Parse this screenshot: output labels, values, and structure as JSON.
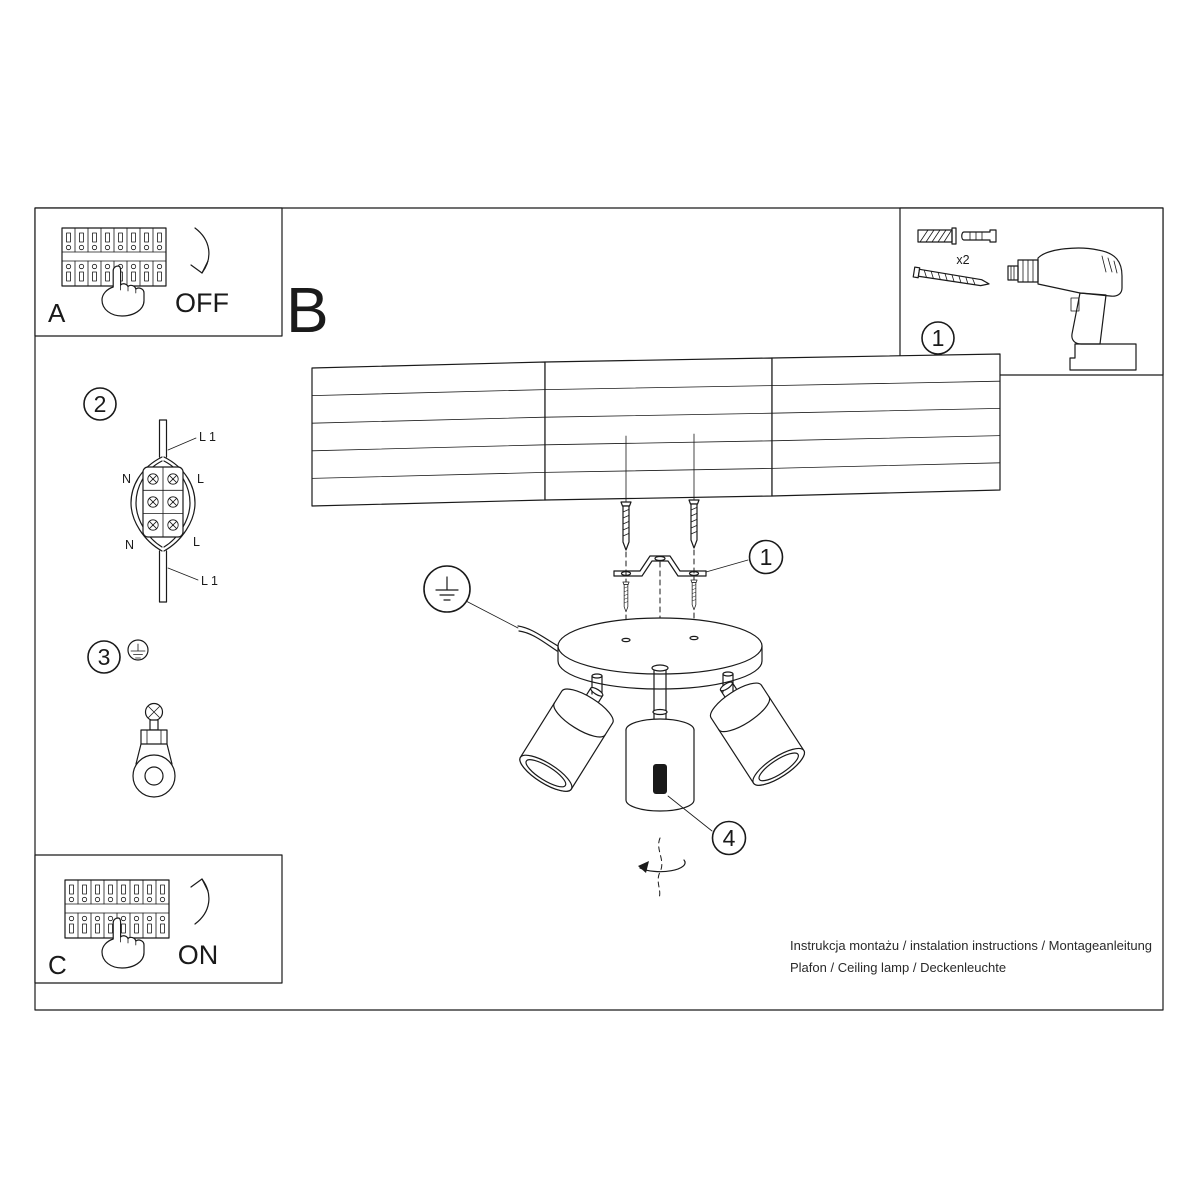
{
  "colors": {
    "ink": "#1a1a1a",
    "paper": "#ffffff"
  },
  "sections": {
    "a": "A",
    "b": "B",
    "c": "C"
  },
  "breaker_switch": {
    "off_label": "OFF",
    "on_label": "ON"
  },
  "step_numbers": {
    "s1": "1",
    "s2": "2",
    "s3": "3",
    "s4": "4"
  },
  "hardware": {
    "anchor_quantity": "x2"
  },
  "wiring_labels": {
    "top_cable": "L 1",
    "n_top": "N",
    "l_top": "L",
    "n_bottom": "N",
    "l_bottom": "L",
    "bottom_cable": "L 1"
  },
  "footer": {
    "line1": "Instrukcja montażu / instalation instructions / Montageanleitung",
    "line2": "Plafon / Ceiling lamp / Deckenleuchte"
  }
}
